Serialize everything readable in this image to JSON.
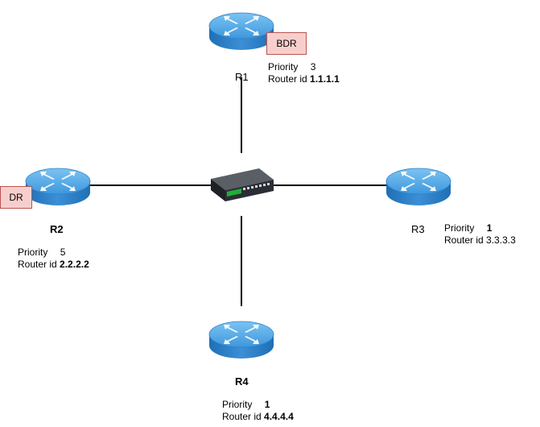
{
  "switch": {
    "icon": "network-switch-icon"
  },
  "routers": [
    {
      "id": "r1",
      "name": "R1",
      "name_bold": false,
      "priority_label": "Priority",
      "priority": "3",
      "priority_bold": false,
      "router_id_label": "Router id",
      "router_id": "1.1.1.1",
      "router_id_bold": true,
      "role": "BDR"
    },
    {
      "id": "r2",
      "name": "R2",
      "name_bold": true,
      "priority_label": "Priority",
      "priority": "5",
      "priority_bold": false,
      "router_id_label": "Router id",
      "router_id": "2.2.2.2",
      "router_id_bold": true,
      "role": "DR"
    },
    {
      "id": "r3",
      "name": "R3",
      "name_bold": false,
      "priority_label": "Priority",
      "priority": "1",
      "priority_bold": true,
      "router_id_label": "Router id",
      "router_id": "3.3.3.3",
      "router_id_bold": false,
      "role": ""
    },
    {
      "id": "r4",
      "name": "R4",
      "name_bold": true,
      "priority_label": "Priority",
      "priority": "1",
      "priority_bold": true,
      "router_id_label": "Router id",
      "router_id": "4.4.4.4",
      "router_id_bold": true,
      "role": ""
    }
  ],
  "colors": {
    "router_body": "#3b8fd6",
    "router_top": "#5fb0ec",
    "tag_fill": "#f8cecc",
    "tag_border": "#b85450",
    "link": "#000000"
  }
}
